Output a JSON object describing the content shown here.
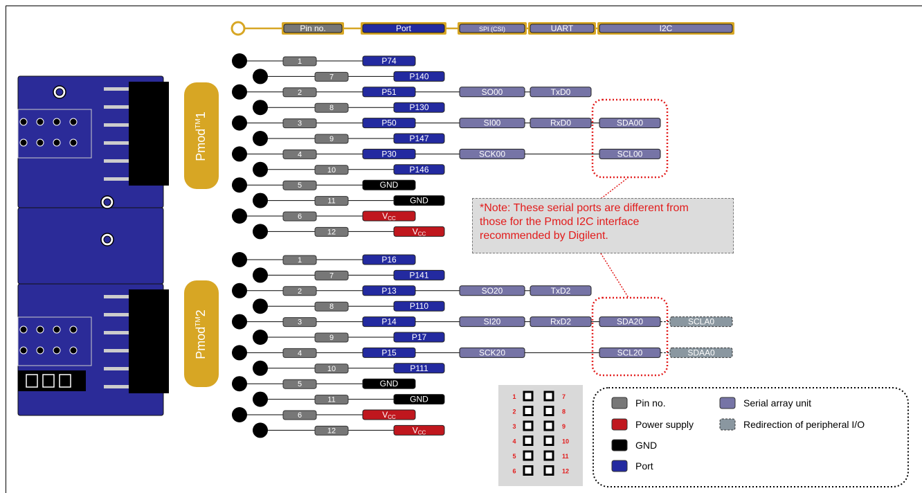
{
  "legend_header": {
    "pin_no": "Pin no.",
    "port": "Port",
    "spi": "SPI (CSI)",
    "uart": "UART",
    "i2c": "I2C"
  },
  "connectors": [
    {
      "label": "Pmod",
      "label_sup": "TM",
      "label_num": "1",
      "rows": [
        {
          "pin": "1",
          "port": "P74"
        },
        {
          "pin": "7",
          "port": "P140"
        },
        {
          "pin": "2",
          "port": "P51",
          "spi": "SO00",
          "uart": "TxD0"
        },
        {
          "pin": "8",
          "port": "P130"
        },
        {
          "pin": "3",
          "port": "P50",
          "spi": "SI00",
          "uart": "RxD0",
          "i2c": "SDA00"
        },
        {
          "pin": "9",
          "port": "P147"
        },
        {
          "pin": "4",
          "port": "P30",
          "spi": "SCK00",
          "i2c": "SCL00"
        },
        {
          "pin": "10",
          "port": "P146"
        },
        {
          "pin": "5",
          "port": "GND",
          "kind": "gnd"
        },
        {
          "pin": "11",
          "port": "GND",
          "kind": "gnd"
        },
        {
          "pin": "6",
          "port": "VCC",
          "kind": "vcc"
        },
        {
          "pin": "12",
          "port": "VCC",
          "kind": "vcc"
        }
      ]
    },
    {
      "label": "Pmod",
      "label_sup": "TM",
      "label_num": "2",
      "rows": [
        {
          "pin": "1",
          "port": "P16"
        },
        {
          "pin": "7",
          "port": "P141"
        },
        {
          "pin": "2",
          "port": "P13",
          "spi": "SO20",
          "uart": "TxD2"
        },
        {
          "pin": "8",
          "port": "P110"
        },
        {
          "pin": "3",
          "port": "P14",
          "spi": "SI20",
          "uart": "RxD2",
          "i2c": "SDA20",
          "redir": "SCLA0"
        },
        {
          "pin": "9",
          "port": "P17"
        },
        {
          "pin": "4",
          "port": "P15",
          "spi": "SCK20",
          "i2c": "SCL20",
          "redir": "SDAA0"
        },
        {
          "pin": "10",
          "port": "P111"
        },
        {
          "pin": "5",
          "port": "GND",
          "kind": "gnd"
        },
        {
          "pin": "11",
          "port": "GND",
          "kind": "gnd"
        },
        {
          "pin": "6",
          "port": "VCC",
          "kind": "vcc"
        },
        {
          "pin": "12",
          "port": "VCC",
          "kind": "vcc"
        }
      ]
    }
  ],
  "vcc_text": {
    "main": "V",
    "sub": "CC"
  },
  "note_lines": [
    "*Note: These serial ports are different from",
    "those for the Pmod I2C interface",
    "recommended by Digilent."
  ],
  "pin_map": {
    "left": [
      "1",
      "2",
      "3",
      "4",
      "5",
      "6"
    ],
    "right": [
      "7",
      "8",
      "9",
      "10",
      "11",
      "12"
    ]
  },
  "key": [
    {
      "label": "Pin no.",
      "color": "#777777"
    },
    {
      "label": "Serial array unit",
      "color": "#7674a6"
    },
    {
      "label": "Power supply",
      "color": "#c0171e"
    },
    {
      "label": "Redirection of peripheral I/O",
      "color": "#8a97a0"
    },
    {
      "label": "GND",
      "color": "#000000"
    },
    {
      "label": "Port",
      "color": "#232aa0"
    }
  ],
  "colors": {
    "board": "#2b2b98",
    "pin_box": "#777777",
    "port_box": "#232aa0",
    "serial_box": "#7674a6",
    "redir_box": "#8a97a0",
    "gnd_box": "#000000",
    "vcc_box": "#c0171e",
    "pmod_label": "#d7a624",
    "note_text": "#e21b1b",
    "highlight_ring": "#e21b1b"
  }
}
